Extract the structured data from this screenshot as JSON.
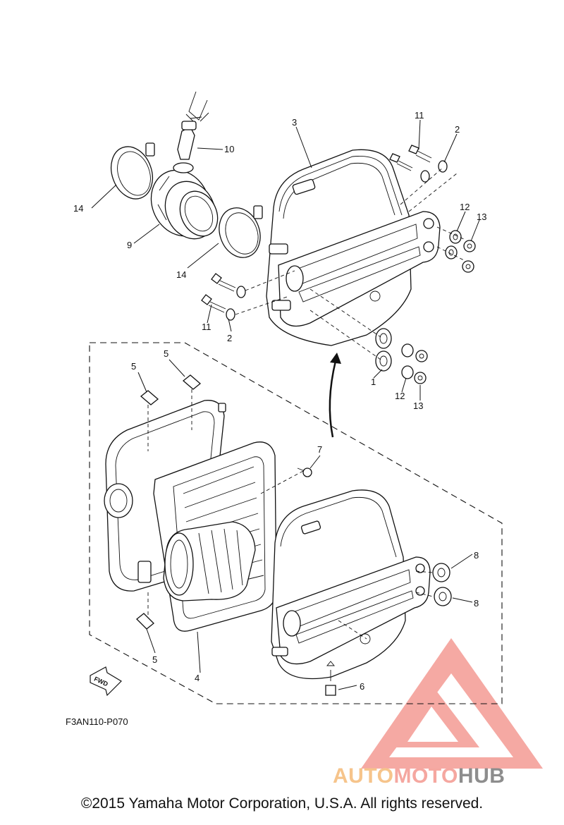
{
  "diagram": {
    "code": "F3AN110-P070",
    "fwd_label": "FWD",
    "copyright": "©2015 Yamaha Motor Corporation, U.S.A. All rights reserved."
  },
  "callouts": {
    "c1": "1",
    "c2a": "2",
    "c2b": "2",
    "c3": "3",
    "c4": "4",
    "c5a": "5",
    "c5b": "5",
    "c5c": "5",
    "c6": "6",
    "c7": "7",
    "c8a": "8",
    "c8b": "8",
    "c9": "9",
    "c10": "10",
    "c11a": "11",
    "c11b": "11",
    "c12a": "12",
    "c12b": "12",
    "c13a": "13",
    "c13b": "13",
    "c14a": "14",
    "c14b": "14"
  },
  "watermark": {
    "part1": "AUTO",
    "part2": "MOTO",
    "part3": "HUB",
    "colors": {
      "auto": "#f6c48b",
      "moto": "#f5a7a0",
      "hub": "#8d8d8d",
      "logo": "#f4a09a"
    }
  }
}
